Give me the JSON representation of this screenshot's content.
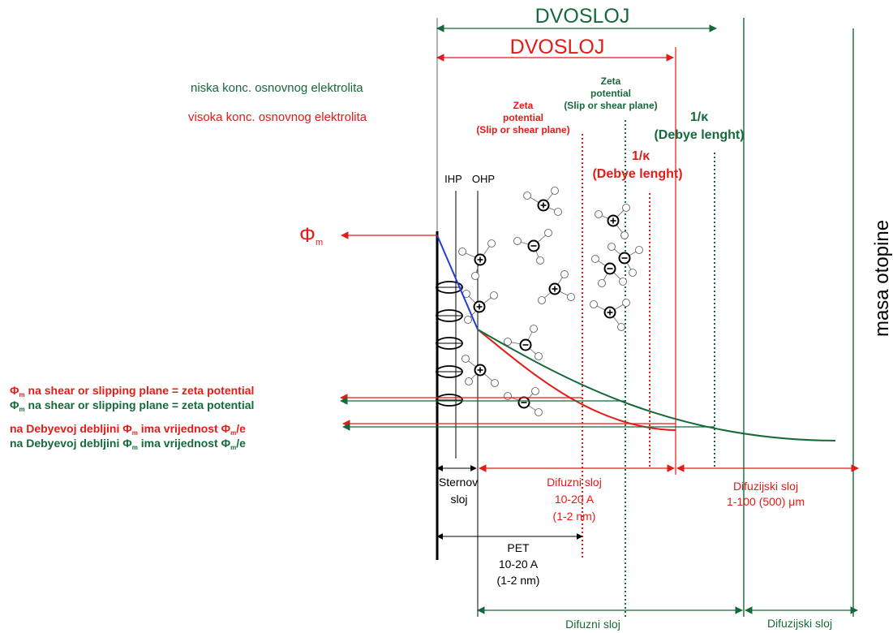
{
  "colors": {
    "red": "#e41b17",
    "green": "#16693a",
    "blue": "#1f3fd8",
    "black": "#000000"
  },
  "top_labels": {
    "green_bilayer": "DVOSLOJ",
    "red_bilayer": "DVOSLOJ"
  },
  "legend": {
    "low_concentration": "niska konc. osnovnog elektrolita",
    "high_concentration": "visoka konc. osnovnog elektrolita"
  },
  "zeta_green": {
    "line1": "Zeta",
    "line2": "potential",
    "line3": "(Slip or shear plane)"
  },
  "zeta_red": {
    "line1": "Zeta",
    "line2": "potential",
    "line3": "(Slip or shear plane)"
  },
  "debye_green": {
    "line1": "1/κ",
    "line2": "(Debye lenght)"
  },
  "debye_red": {
    "line1": "1/κ",
    "line2": "(Debye lenght)"
  },
  "planes": {
    "ihp": "IHP",
    "ohp": "OHP"
  },
  "phi_m": {
    "symbol": "Φ",
    "subscript": "m"
  },
  "left_notes": {
    "red_zeta": {
      "phi": "Φ",
      "sub": "m",
      "text": " na shear or slipping plane = zeta potential"
    },
    "green_zeta": {
      "phi": "Φ",
      "sub": "m",
      "text": " na shear or slipping plane = zeta potential"
    },
    "red_debye": {
      "pre": "na Debyevoj debljini ",
      "phi": "Φ",
      "sub": "m",
      "mid": " ima vrijednost ",
      "phi2": "Φ",
      "sub2": "m",
      "post": "/e"
    },
    "green_debye": {
      "pre": "na Debyevoj debljini ",
      "phi": "Φ",
      "sub": "m",
      "mid": " ima vrijednost ",
      "phi2": "Φ",
      "sub2": "m",
      "post": "/e"
    }
  },
  "bottom_labels": {
    "stern": {
      "line1": "Sternov",
      "line2": "sloj"
    },
    "red_diffuse": {
      "line1": "Difuzni sloj",
      "line2": "10-20 A",
      "line3": "(1-2 nm)"
    },
    "red_diffusion": {
      "line1": "Difuzijski sloj",
      "line2": "1-100 (500) μm"
    },
    "pet": {
      "line1": "PET",
      "line2": "10-20 A",
      "line3": "(1-2 nm)"
    },
    "green_diffuse": "Difuzni sloj",
    "green_diffusion": "Difuzijski sloj"
  },
  "bulk_solution": "masa otopine",
  "ions": [
    {
      "sign": "+"
    },
    {
      "sign": "-"
    },
    {
      "sign": "+"
    },
    {
      "sign": "+"
    },
    {
      "sign": "-"
    },
    {
      "sign": "+"
    },
    {
      "sign": "-"
    },
    {
      "sign": "+"
    },
    {
      "sign": "-"
    },
    {
      "sign": "+"
    },
    {
      "sign": "-"
    },
    {
      "sign": "+"
    }
  ]
}
